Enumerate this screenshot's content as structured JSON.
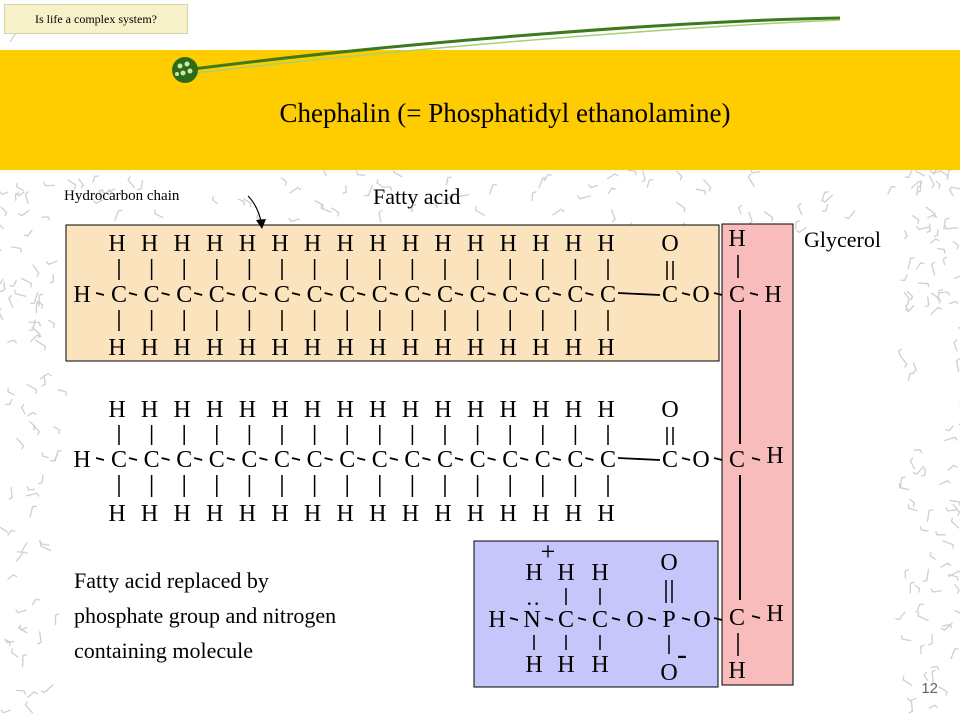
{
  "header": {
    "badge": "Is life a complex system?",
    "title": "Chephalin (= Phosphatidyl ethanolamine)"
  },
  "labels": {
    "hydrocarbon_chain": "Hydrocarbon chain",
    "fatty_acid": "Fatty acid",
    "glycerol": "Glycerol",
    "replaced_line1": "Fatty acid replaced by",
    "replaced_line2": "phosphate group and nitrogen",
    "replaced_line3": "containing molecule"
  },
  "atoms": {
    "h": "H",
    "c": "C",
    "o": "O",
    "n": "N",
    "p": "P"
  },
  "charges": {
    "plus": "+",
    "minus": "-",
    "lone_pair": "··"
  },
  "chain": {
    "carbon_count": 16
  },
  "colors": {
    "header_band": "#ffcc00",
    "fatty_acid_box": "#fbe3be",
    "glycerol_box": "#f9bcbc",
    "head_group_box": "#c6c6fb",
    "swoosh": "#3d7a1e"
  },
  "footer": {
    "page_number": "12"
  }
}
